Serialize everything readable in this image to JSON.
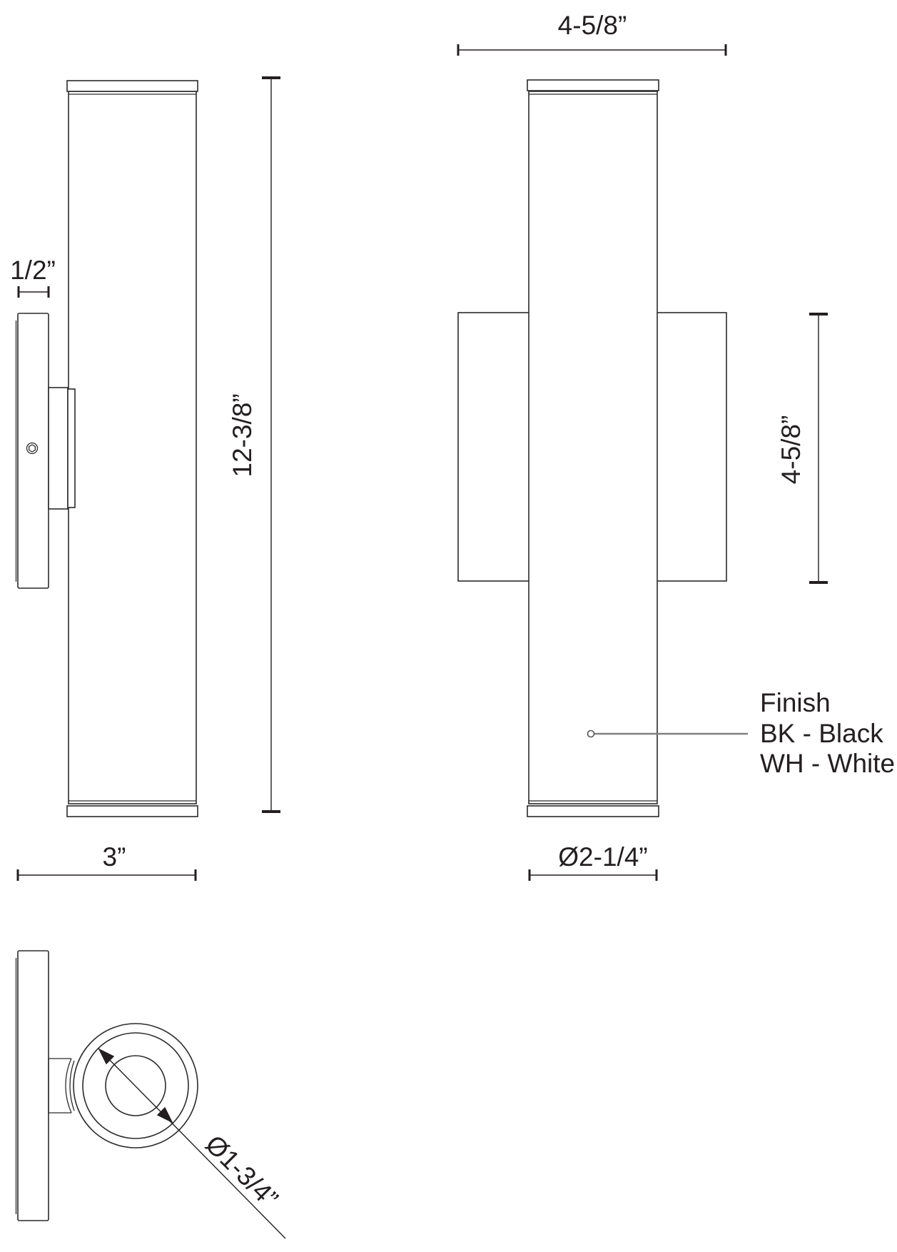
{
  "labels": {
    "front_width": "4-5/8”",
    "backplate_height": "4-5/8”",
    "side_plate_thickness": "1/2”",
    "overall_height": "12-3/8”",
    "side_depth": "3”",
    "cylinder_diameter": "Ø2-1/4”",
    "aperture_diameter": "Ø1-3/4”"
  },
  "finish_note": {
    "title": "Finish",
    "options": [
      {
        "code": "BK",
        "name": "Black",
        "label": "BK - Black"
      },
      {
        "code": "WH",
        "name": "White",
        "label": "WH - White"
      }
    ]
  },
  "colors": {
    "outline": "#2b2b2b",
    "dimension": "#231f20",
    "leader": "#808080",
    "background": "#ffffff"
  }
}
